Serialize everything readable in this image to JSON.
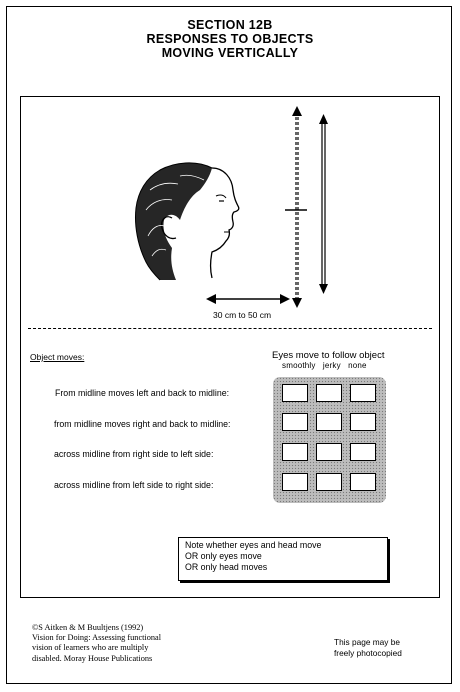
{
  "header": {
    "line1": "SECTION 12B",
    "line2": "RESPONSES TO OBJECTS",
    "line3": "MOVING VERTICALLY"
  },
  "illustration": {
    "distance_label": "30 cm to 50 cm"
  },
  "section": {
    "object_moves_label": "Object moves:",
    "eyes_heading": "Eyes move to follow object",
    "columns": [
      "smoothly",
      "jerky",
      "none"
    ],
    "rows": [
      "From midline moves left and back to midline:",
      "from midline moves right and back to midline:",
      "across midline from right side to left side:",
      "across midline from left side to right side:"
    ]
  },
  "note": {
    "line1": "Note whether eyes and head move",
    "line2": "OR only eyes move",
    "line3": "OR only head moves"
  },
  "credit": {
    "line1": "©S Aitken & M Buultjens (1992)",
    "line2": "Vision for Doing: Assessing functional",
    "line3": "vision of learners who are multiply",
    "line4": "disabled. Moray House Publications"
  },
  "photocopy": {
    "line1": "This page may be",
    "line2": "freely photocopied"
  }
}
